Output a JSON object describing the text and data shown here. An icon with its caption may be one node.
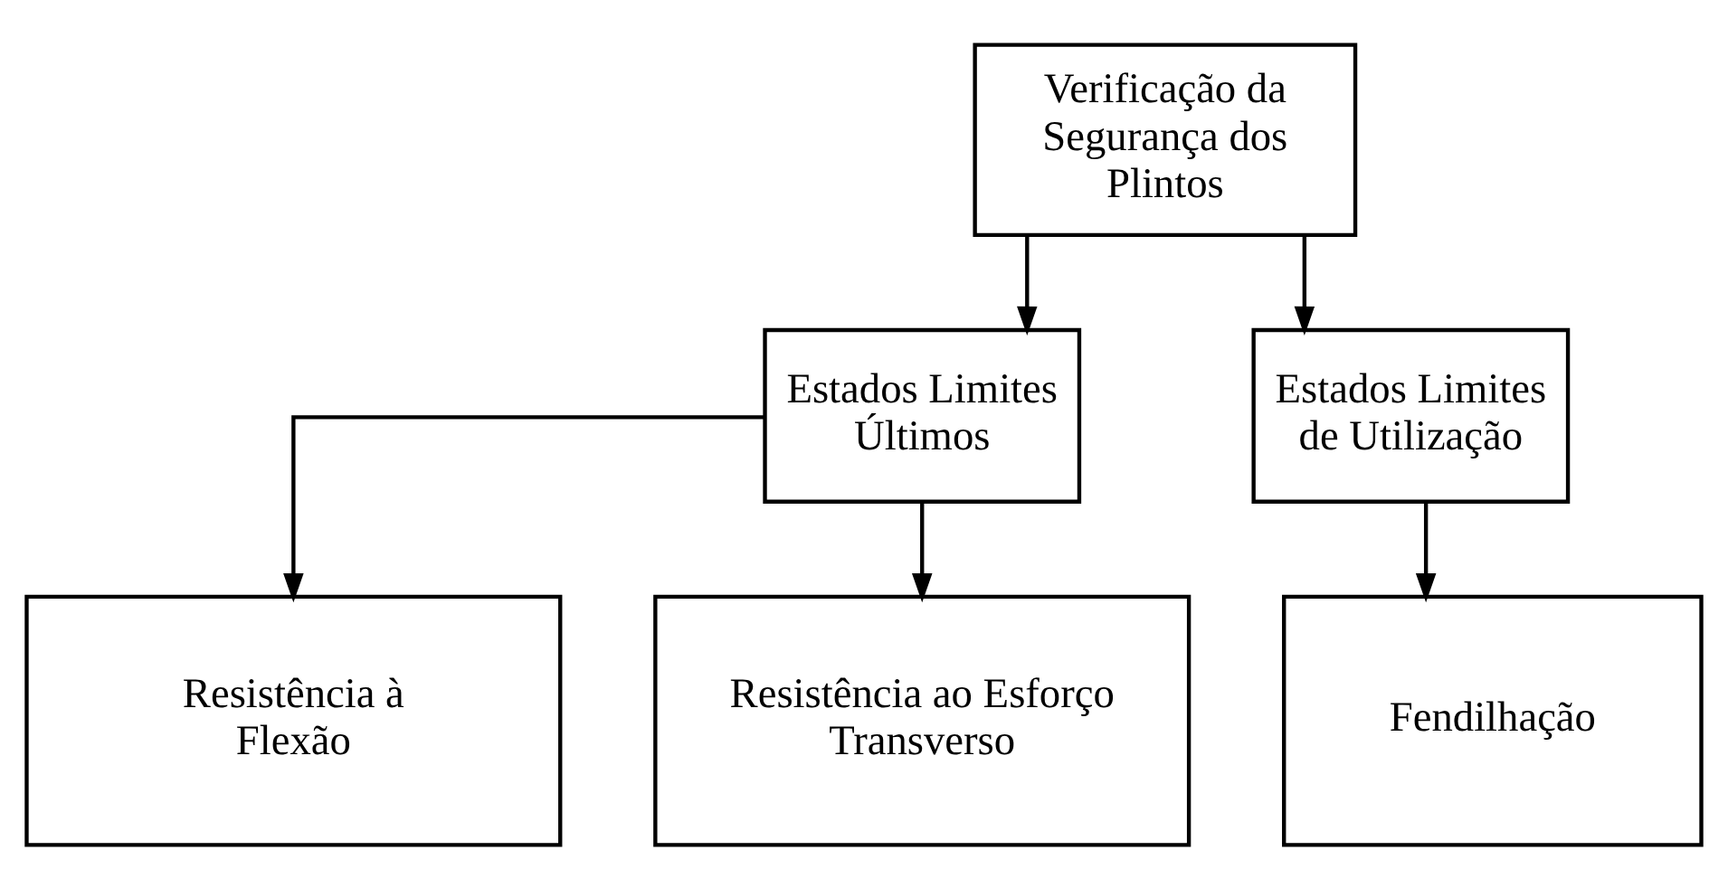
{
  "diagram": {
    "nodes": [
      {
        "text": [
          "Verificação da Segurança dos Plintos"
        ]
      },
      {
        "text": [
          "Estados Limites Últimos"
        ]
      },
      {
        "text": [
          "Estados Limites de Utilização"
        ]
      },
      {
        "text": [
          "Resistência à Flexão"
        ]
      },
      {
        "text": [
          "Resistência ao Esforço Transverso"
        ]
      },
      {
        "text": [
          "Fendilhação"
        ]
      }
    ],
    "edges": [
      {
        "from": 0,
        "to": 1,
        "arrow": "to"
      },
      {
        "from": 0,
        "to": 2,
        "arrow": "to"
      },
      {
        "from": 1,
        "to": 3,
        "arrow": "to"
      },
      {
        "from": 1,
        "to": 4,
        "arrow": "to"
      },
      {
        "from": 2,
        "to": 5,
        "arrow": "to"
      }
    ]
  }
}
